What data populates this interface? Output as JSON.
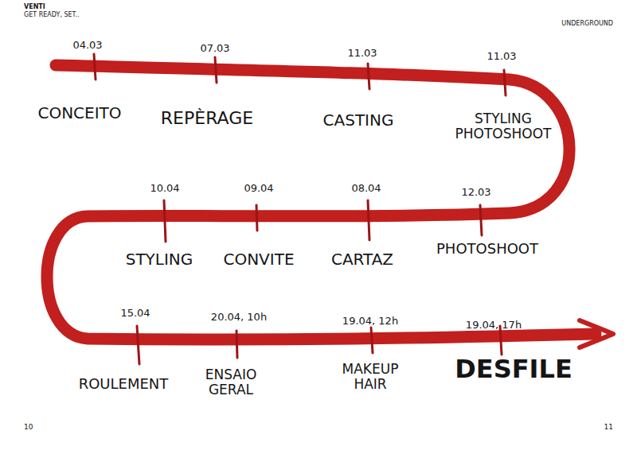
{
  "diagram": {
    "labels": [
      "VENTI",
      "GET READY, SET..",
      "UNDERGROUND",
      "04.03",
      "CONCEITO",
      "07.03",
      "REPÈRAGE",
      "11.03",
      "CASTING",
      "11.03",
      "STYLING PHOTOSHOOT",
      "10.04",
      "STYLING",
      "09.04",
      "CONVITE",
      "08.04",
      "CARTAZ",
      "12.03",
      "PHOTOSHOOT",
      "15.04",
      "ROULEMENT",
      "20.04, 10h",
      "ENSAIO GERAL",
      "19.04, 12h",
      "MAKEUP HAIR",
      "19.04, 17h",
      "DESFILE",
      "10",
      "11"
    ]
  }
}
